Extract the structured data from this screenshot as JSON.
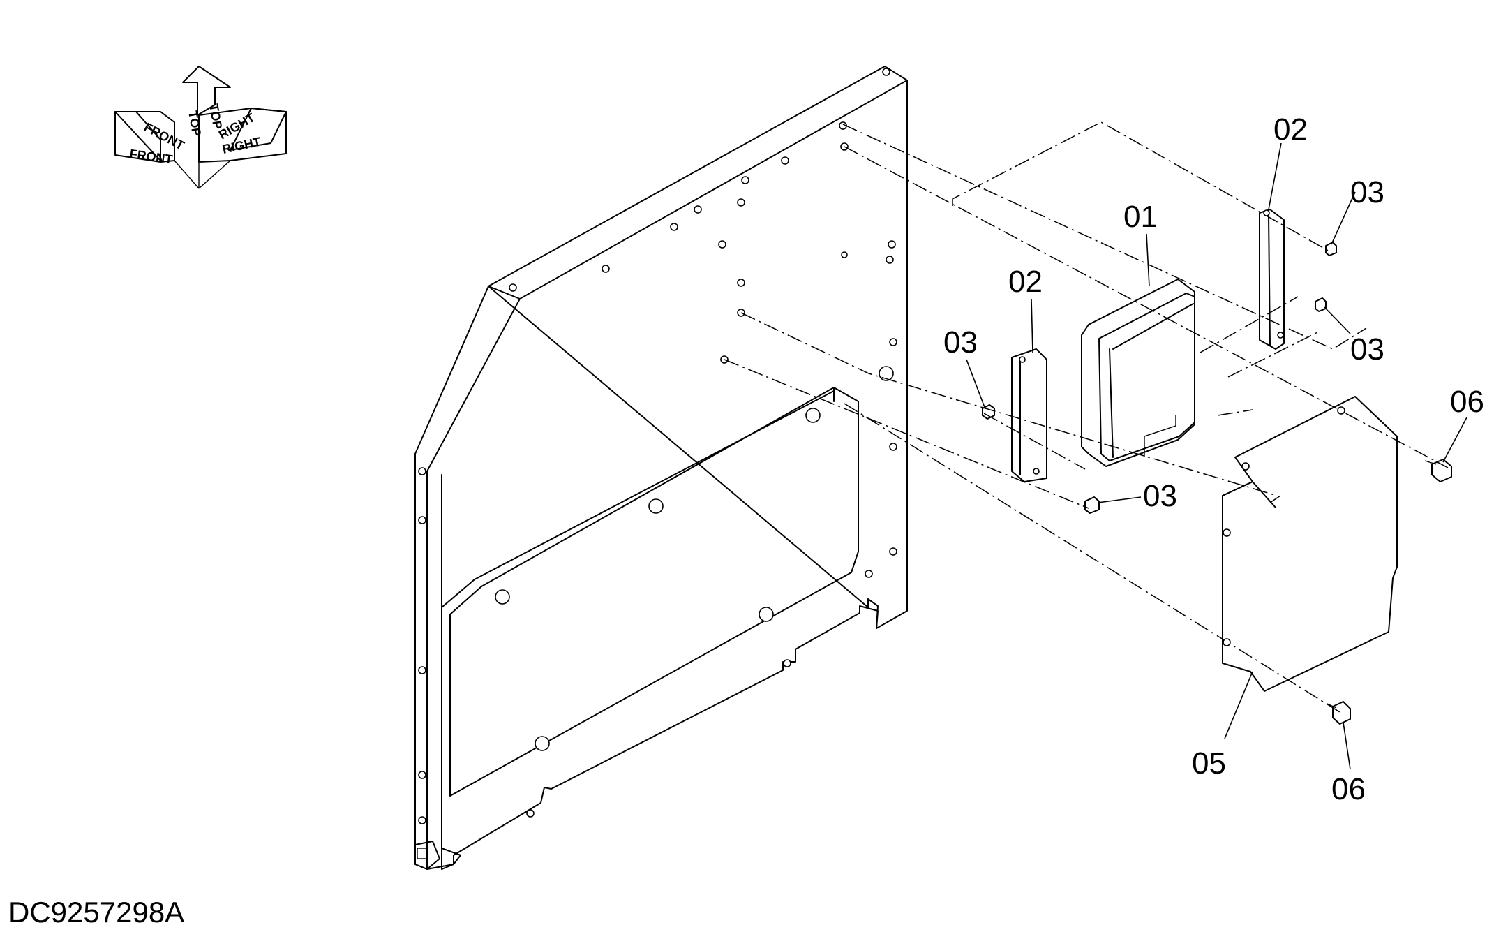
{
  "orientation": {
    "front": "FRONT",
    "top": "TOP",
    "right": "RIGHT"
  },
  "parts": [
    {
      "id": "p01",
      "label": "01"
    },
    {
      "id": "p02a",
      "label": "02"
    },
    {
      "id": "p02b",
      "label": "02"
    },
    {
      "id": "p03a",
      "label": "03"
    },
    {
      "id": "p03b",
      "label": "03"
    },
    {
      "id": "p03c",
      "label": "03"
    },
    {
      "id": "p03d",
      "label": "03"
    },
    {
      "id": "p05",
      "label": "05"
    },
    {
      "id": "p06a",
      "label": "06"
    },
    {
      "id": "p06b",
      "label": "06"
    }
  ],
  "drawing_number": "DC9257298A"
}
